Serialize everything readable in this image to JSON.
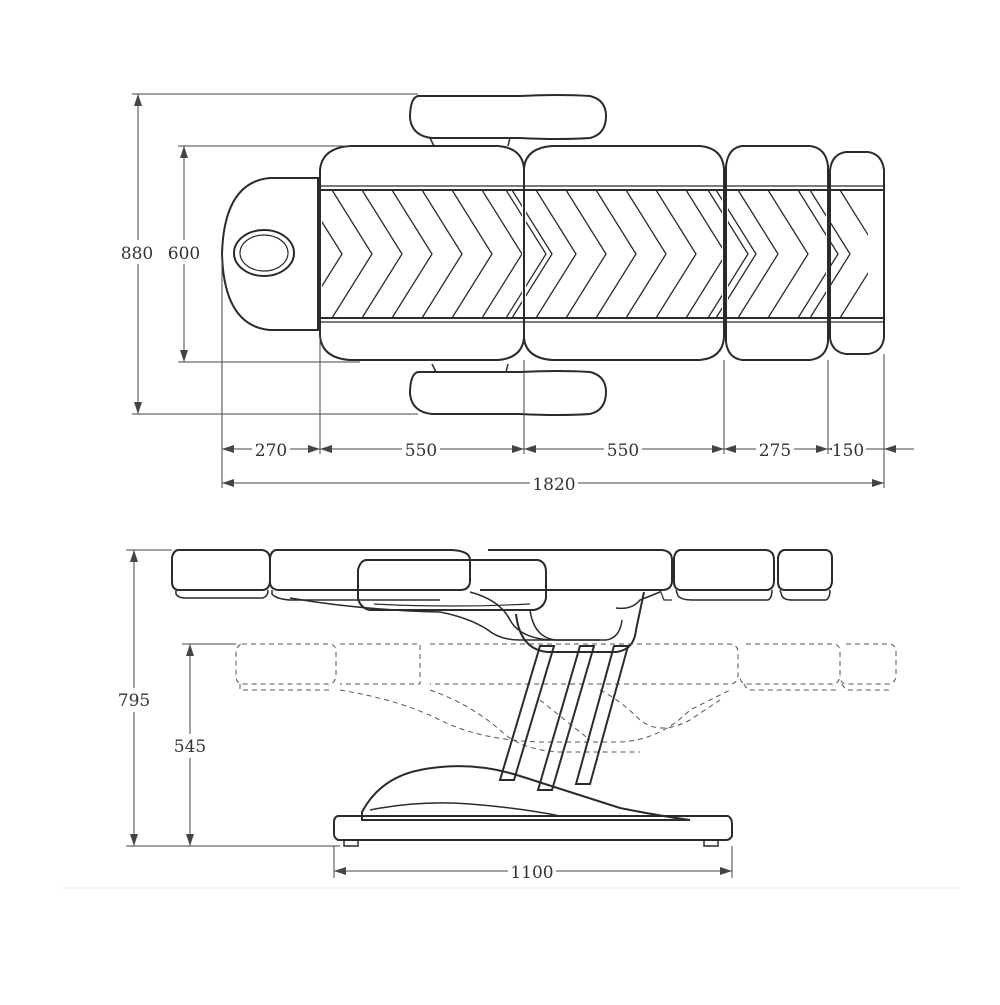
{
  "top_view": {
    "dimensions": {
      "total_width": "880",
      "seat_width": "600",
      "seg_headrest": "270",
      "seg_back": "550",
      "seg_seat": "550",
      "seg_leg": "275",
      "seg_foot": "150",
      "total_length": "1820"
    }
  },
  "side_view": {
    "dimensions": {
      "max_height": "795",
      "min_height": "545",
      "base_length": "1100"
    }
  },
  "colors": {
    "line": "#2b2b2b",
    "dimension": "#444444",
    "background": "#ffffff"
  }
}
